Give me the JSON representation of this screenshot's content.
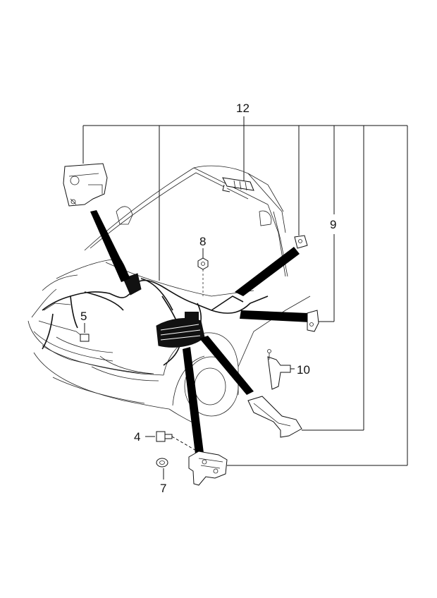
{
  "callouts": {
    "c12": "12",
    "c9": "9",
    "c8": "8",
    "c5": "5",
    "c10": "10",
    "c4": "4",
    "c7": "7"
  }
}
